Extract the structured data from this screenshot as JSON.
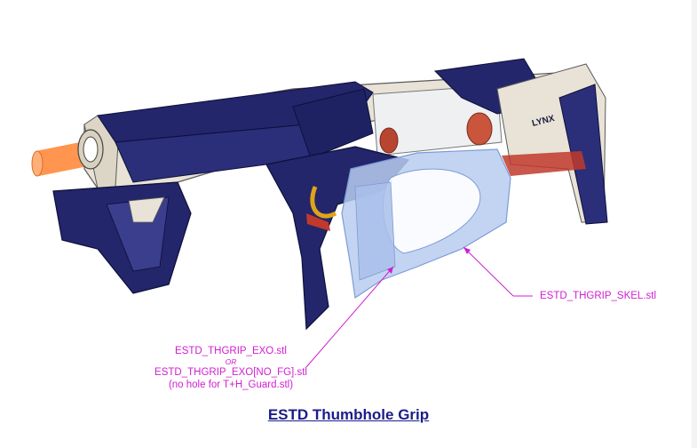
{
  "labels": {
    "skel": "ESTD_THGRIP_SKEL.stl",
    "exo_line1": "ESTD_THGRIP_EXO.stl",
    "exo_or": "OR",
    "exo_line2": "ESTD_THGRIP_EXO[NO_FG].stl",
    "exo_line3": "(no hole for T+H_Guard.stl)",
    "brand_mark": "LYNX"
  },
  "title": "ESTD Thumbhole Grip",
  "colors": {
    "navy": "#23266b",
    "receiver": "#e8e3d6",
    "highlight_part": "#b9cdf0",
    "annotation": "#d020d0",
    "muzzle": "#ff8a3c",
    "red_accent": "#c0392b",
    "trigger": "#e0a31a",
    "title": "#1c1c8a"
  }
}
